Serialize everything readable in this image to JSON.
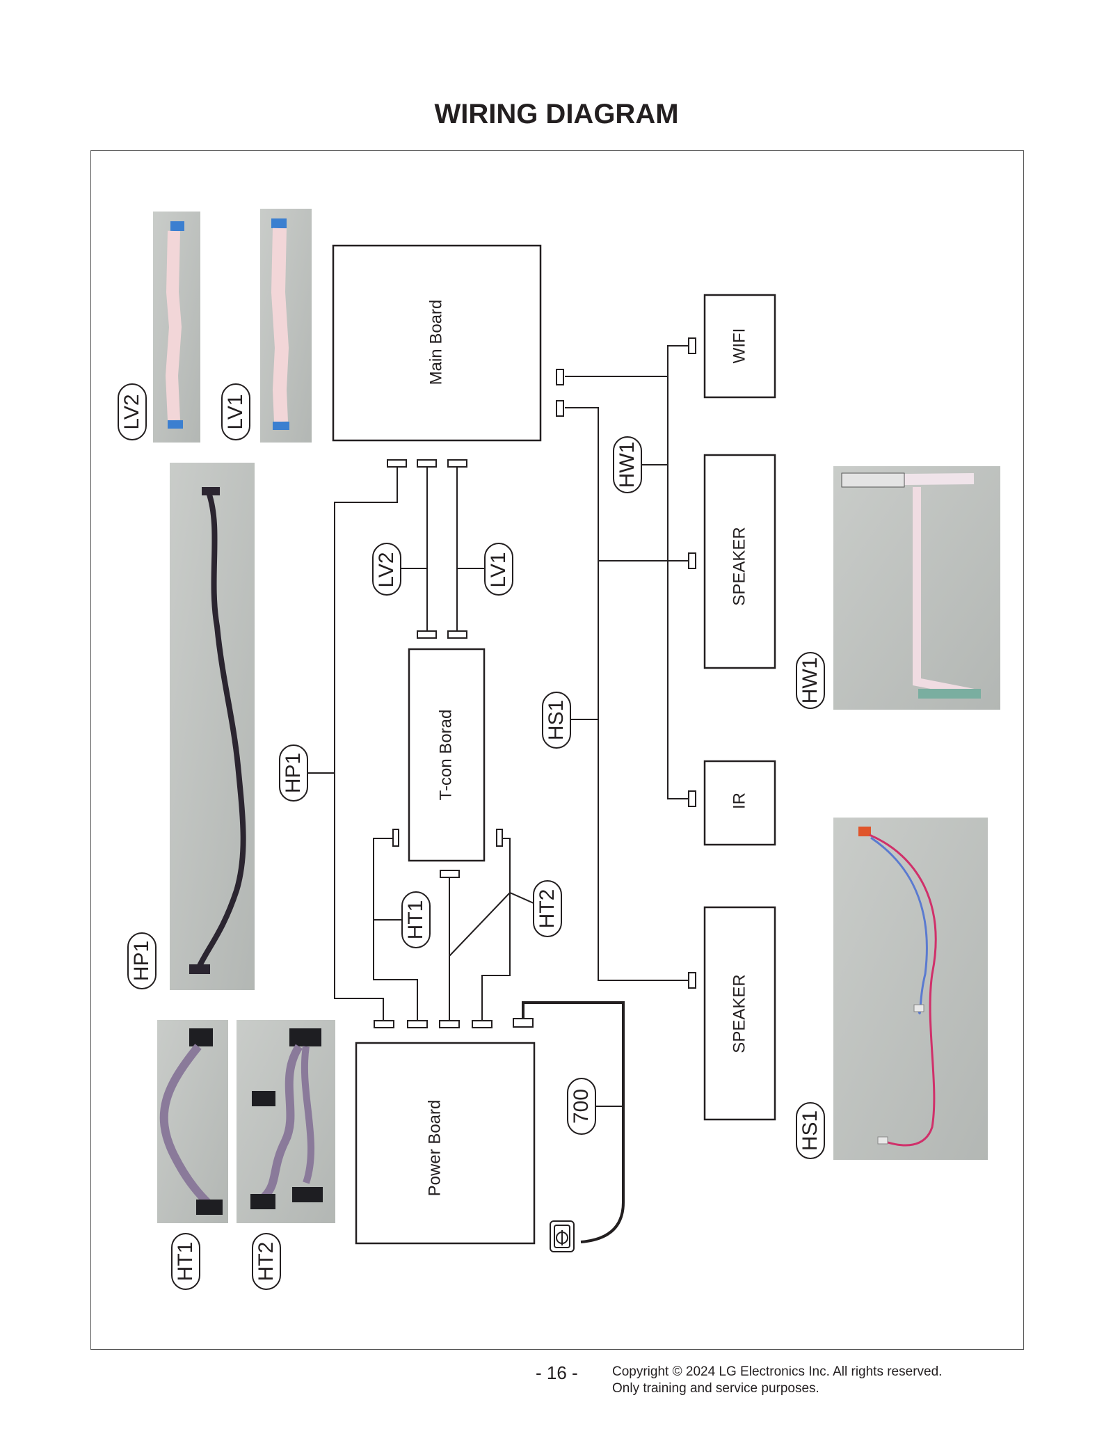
{
  "title": "WIRING DIAGRAM",
  "boards": {
    "main": "Main Board",
    "tcon": "T-con Borad",
    "power": "Power Board",
    "wifi": "WIFI",
    "speaker_top": "SPEAKER",
    "ir": "IR",
    "speaker_bottom": "SPEAKER"
  },
  "cable_labels": {
    "lv2": "LV2",
    "lv1": "LV1",
    "hw1": "HW1",
    "hs1": "HS1",
    "hp1": "HP1",
    "ht1": "HT1",
    "ht2": "HT2",
    "c700": "700"
  },
  "photo_labels": {
    "lv2": "LV2",
    "lv1": "LV1",
    "hp1": "HP1",
    "ht1": "HT1",
    "ht2": "HT2",
    "hw1": "HW1",
    "hs1": "HS1"
  },
  "footer": {
    "page_number": "- 16 -",
    "copyright_line1": "Copyright © 2024 LG Electronics Inc. All rights reserved.",
    "copyright_line2": "Only training and service purposes."
  }
}
